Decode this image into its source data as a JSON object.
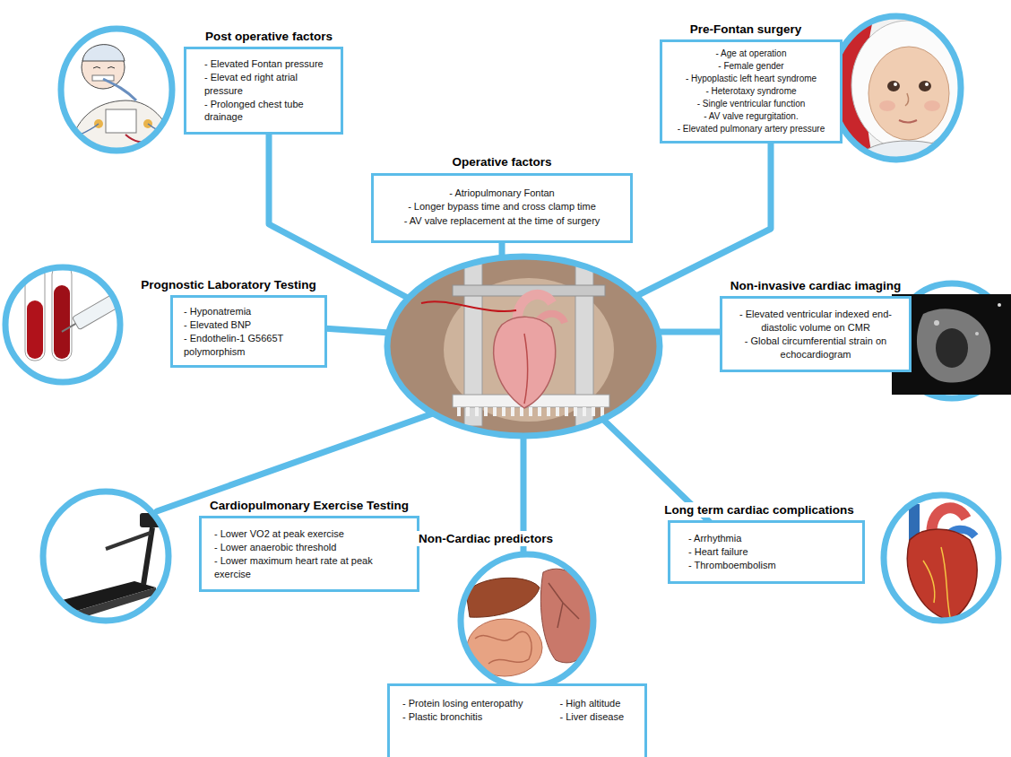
{
  "diagram": {
    "nodes": [
      {
        "text": [
          "Post operative factors",
          "- Elevated Fontan pressure",
          "- Elevat ed right atrial pressure",
          "- Prolonged chest tube drainage"
        ]
      },
      {
        "text": [
          "Operative factors",
          "- Atriopulmonary Fontan",
          "- Longer bypass time and cross clamp time",
          "- AV valve replacement at the time of surgery"
        ]
      },
      {
        "text": [
          "Pre-Fontan surgery",
          "- Age at operation",
          "- Female gender",
          "- Hypoplastic left heart syndrome",
          "- Heterotaxy syndrome",
          "- Single ventricular function",
          "- AV valve regurgitation.",
          "- Elevated pulmonary artery pressure"
        ]
      },
      {
        "text": [
          "Prognostic Laboratory Testing",
          "- Hyponatremia",
          "- Elevated BNP",
          "- Endothelin-1 G5665T polymorphism"
        ]
      },
      {
        "text": [
          "Non-invasive cardiac imaging",
          "- Elevated ventricular indexed end-diastolic volume on CMR",
          "- Global circumferential strain on echocardiogram"
        ]
      },
      {
        "text": [
          "Cardiopulmonary Exercise Testing",
          "- Lower VO2 at peak exercise",
          "- Lower anaerobic threshold",
          "- Lower maximum heart rate at peak exercise"
        ]
      },
      {
        "text": [
          "Non-Cardiac predictors",
          "- Protein losing enteropathy",
          "- Plastic bronchitis",
          "- High altitude",
          "- Liver disease"
        ]
      },
      {
        "text": [
          "Long term cardiac complications",
          "- Arrhythmia",
          "- Heart failure",
          "- Thromboembolism"
        ]
      }
    ]
  }
}
